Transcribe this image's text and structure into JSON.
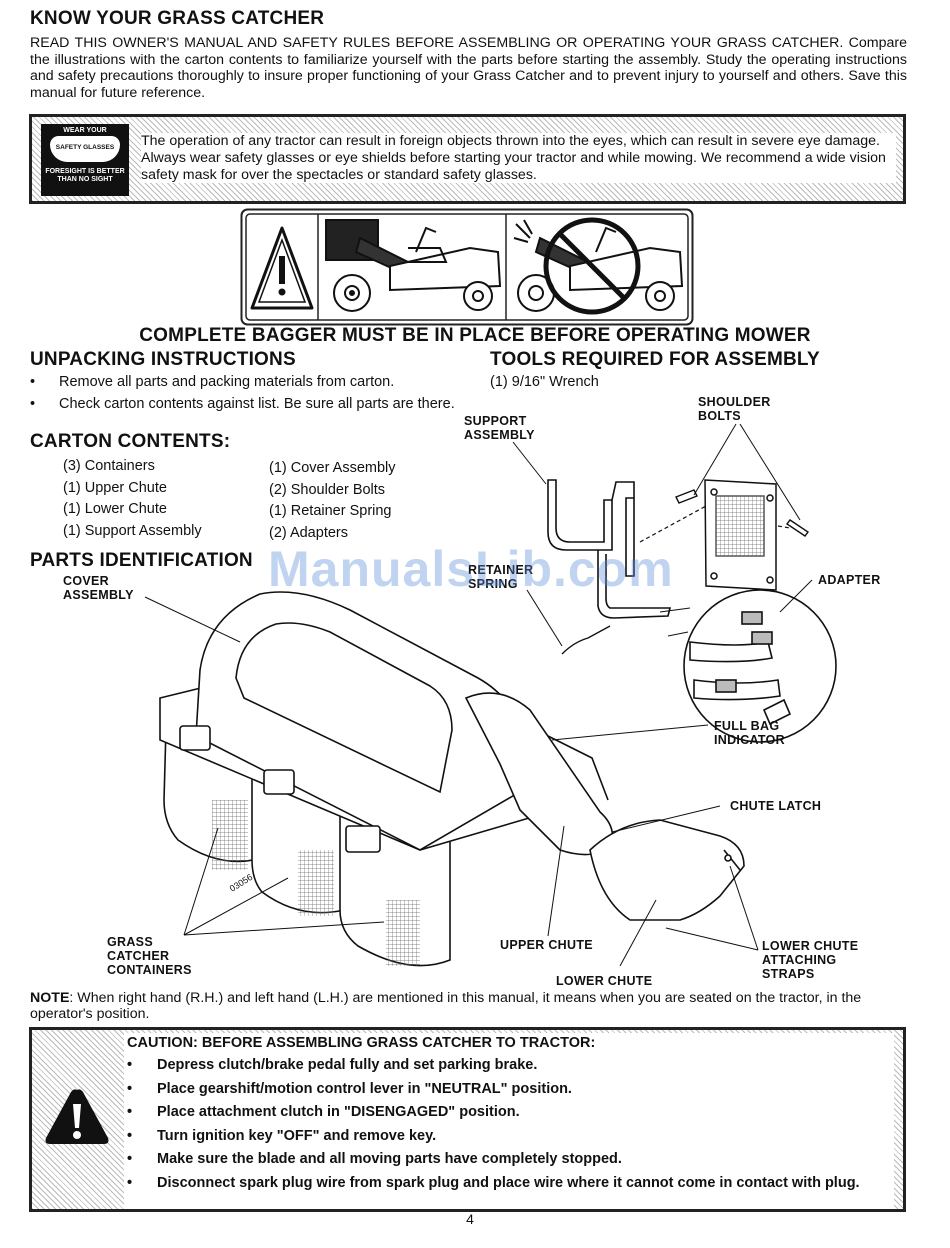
{
  "heading": "KNOW YOUR GRASS CATCHER",
  "intro": "READ THIS OWNER'S MANUAL AND SAFETY RULES BEFORE ASSEMBLING OR OPERATING YOUR GRASS CATCHER. Compare the illustrations with the carton contents to familiarize yourself with the parts before starting the assembly. Study the operating instructions and safety precautions thoroughly to insure proper functioning of your Grass Catcher and to prevent injury to yourself and others.  Save this manual for future reference.",
  "safety_badge": {
    "line1": "WEAR YOUR",
    "line2": "SAFETY GLASSES",
    "line3": "FORESIGHT IS BETTER",
    "line4": "THAN NO SIGHT"
  },
  "safety_text": "The operation of any tractor can result in foreign objects thrown into the eyes, which can result in severe eye damage. Always wear safety glasses or eye shields before starting your tractor and while mowing. We recommend a wide vision safety mask for over the spectacles or standard safety glasses.",
  "bagger_warning": "COMPLETE BAGGER MUST BE IN PLACE BEFORE OPERATING MOWER",
  "unpacking": {
    "title": "UNPACKING INSTRUCTIONS",
    "items": [
      "Remove all parts and packing materials from carton.",
      "Check carton contents against list.  Be sure all parts are there."
    ]
  },
  "tools": {
    "title": "TOOLS REQUIRED FOR ASSEMBLY",
    "item": "(1) 9/16\" Wrench"
  },
  "carton": {
    "title": "CARTON CONTENTS:",
    "left": [
      "(3) Containers",
      "(1) Upper Chute",
      "(1) Lower Chute",
      "(1) Support Assembly"
    ],
    "right": [
      "(1) Cover Assembly",
      "(2) Shoulder Bolts",
      "(1) Retainer Spring",
      "(2) Adapters"
    ]
  },
  "parts_title": "PARTS  IDENTIFICATION",
  "labels": {
    "cover": "COVER ASSEMBLY",
    "support": "SUPPORT ASSEMBLY",
    "shoulder": "SHOULDER BOLTS",
    "retainer": "RETAINER SPRING",
    "adapter": "ADAPTER",
    "full_bag": "FULL BAG INDICATOR",
    "chute_latch": "CHUTE LATCH",
    "containers": "GRASS CATCHER CONTAINERS",
    "upper_chute": "UPPER CHUTE",
    "lower_chute": "LOWER CHUTE",
    "straps": "LOWER CHUTE ATTACHING STRAPS",
    "figure_no": "03056"
  },
  "watermark": "ManualsLib.com",
  "note": {
    "label": "NOTE",
    "text": ": When right hand (R.H.) and left hand (L.H.) are mentioned in this manual, it means when you are seated on the tractor, in the operator's position."
  },
  "caution": {
    "title": "CAUTION:  BEFORE ASSEMBLING GRASS CATCHER TO TRACTOR:",
    "items": [
      "Depress clutch/brake pedal fully and set parking brake.",
      "Place gearshift/motion control lever in \"NEUTRAL\" position.",
      "Place attachment clutch in \"DISENGAGED\" position.",
      "Turn ignition key \"OFF\" and remove key.",
      "Make sure the blade and all moving parts have completely stopped.",
      "Disconnect spark plug wire from spark plug and place wire where it cannot come in contact with plug."
    ]
  },
  "page_number": "4"
}
